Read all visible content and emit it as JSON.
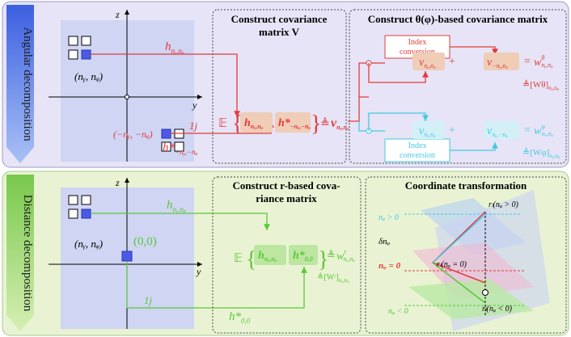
{
  "angular": {
    "side_label": "Angular decomposition",
    "axis_z": "z",
    "axis_y": "y",
    "point_label": "(nᵧ, nᵩ)",
    "mirror_label": "(−nᵧ, −nᵩ)",
    "h_label": "h",
    "h_sub": "nᵧ,nᵩ",
    "h_conj_label": "h*",
    "h_conj_sub": "−nᵧ,−nᵩ",
    "one_j": "1j",
    "covariance_title_line1": "Construct covariance",
    "covariance_title_line2": "matrix V",
    "expectation_symbol": "𝔼",
    "defeq": "≜",
    "v_label": "ν",
    "v_sub": "nᵧ,nᵩ",
    "theta_title": "Construct θ(φ)-based covariance matrix",
    "index_conversion": [
      "Index",
      "conversion"
    ],
    "theta_eq": {
      "lhs1": "ν",
      "lhs1_sub": "nᵧ,nᵩ",
      "plus": "+",
      "lhs2": "ν",
      "lhs2_sub": "−nᵧ,nᵩ",
      "eq": "=",
      "rhs": "w",
      "rhs_sup": "θ",
      "rhs_sub": "nᵧ,nᵩ",
      "matrix": "≜[Wθ]",
      "matrix_sub": "nᵧ,nᵩ"
    },
    "phi_eq": {
      "lhs1": "ν",
      "lhs1_sub": "nᵧ,nᵩ",
      "plus": "+",
      "lhs2": "ν",
      "lhs2_sub": "nᵧ,−nᵩ",
      "eq": "=",
      "rhs": "w",
      "rhs_sup": "φ",
      "rhs_sub": "nᵧ,nᵩ",
      "matrix": "≜[Wφ]",
      "matrix_sub": "nᵧ,nᵩ"
    }
  },
  "distance": {
    "side_label": "Distance decomposition",
    "axis_z": "z",
    "axis_y": "y",
    "point_label": "(nᵧ, nᵩ)",
    "origin_label": "(0,0)",
    "h_label": "h",
    "h_sub": "nᵧ,nᵩ",
    "h0_label": "h*",
    "h0_sub": "0,0",
    "one_j": "1j",
    "r_title_line1": "Construct r-based cova-",
    "r_title_line2": "riance matrix",
    "expectation_symbol": "𝔼",
    "r_eq": {
      "defeq": "≜",
      "rhs": "w",
      "rhs_sup": "r",
      "rhs_sub": "nᵧ,nᵩ",
      "matrix": "≜[Wʳ]",
      "matrix_sub": "nᵧ,nᵩ"
    },
    "coord_title": "Coordinate transformation",
    "coord_labels": {
      "nz_pos": "nᵩ > 0",
      "nz_zero": "nᵩ = 0",
      "nz_neg": "nᵩ < 0",
      "delta": "δnᵩ",
      "r_pos": "rₗ(nᵩ > 0)",
      "r_zero": "rₗ(nᵩ = 0)",
      "r_neg": "rₗ(nᵩ < 0)"
    }
  },
  "colors": {
    "angular_panel": "#e6e4f6",
    "distance_panel": "#e9f3d3",
    "red": "#e23b3b",
    "green": "#5cc63b",
    "cyan": "#46c8e2",
    "blue_square": "#4b5ae6",
    "grid_bg": "#cfd5f3",
    "tan_box": "#efcdb7",
    "green_box": "#bde6a1"
  }
}
